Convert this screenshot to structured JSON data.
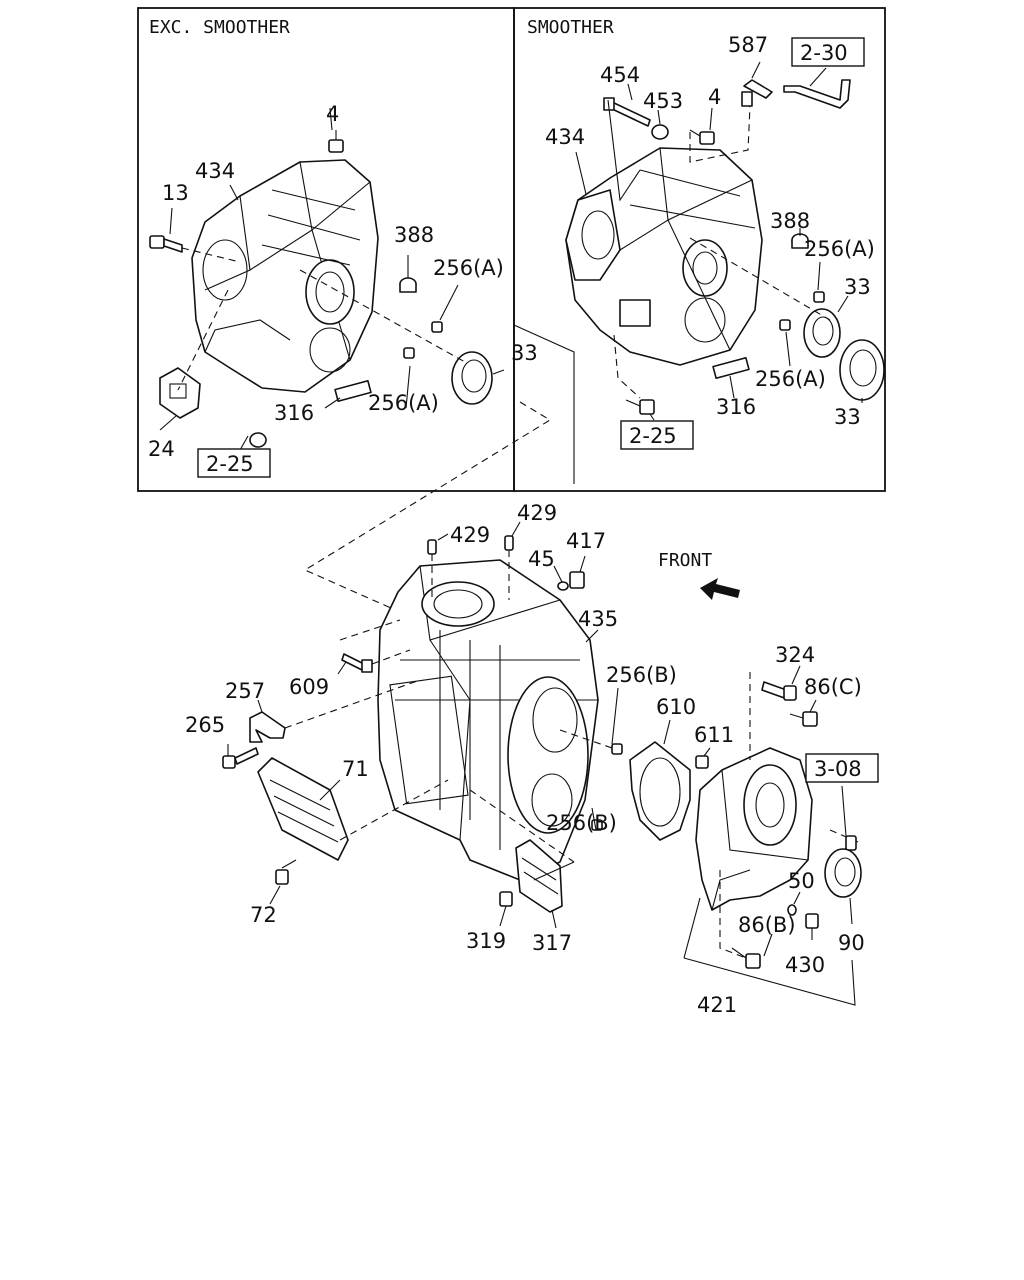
{
  "panels": {
    "left_title": "EXC. SMOOTHER",
    "right_title": "SMOOTHER"
  },
  "front_label": "FRONT",
  "refs": {
    "r225a": "2-25",
    "r225b": "2-25",
    "r230": "2-30",
    "r308": "3-08"
  },
  "labels": {
    "l4a": "4",
    "l434a": "434",
    "l13": "13",
    "l388a": "388",
    "l256a1": "256(A)",
    "l33a": "33",
    "l256a2": "256(A)",
    "l316a": "316",
    "l24": "24",
    "l587": "587",
    "l454": "454",
    "l453": "453",
    "l4b": "4",
    "l434b": "434",
    "l388b": "388",
    "l256a3": "256(A)",
    "l33b": "33",
    "l256a4": "256(A)",
    "l316b": "316",
    "l33c": "33",
    "l429a": "429",
    "l429b": "429",
    "l45": "45",
    "l417": "417",
    "l435": "435",
    "l609": "609",
    "l257": "257",
    "l265": "265",
    "l71": "71",
    "l72": "72",
    "l256b1": "256(B)",
    "l610": "610",
    "l611": "611",
    "l256b2": "256(B)",
    "l319": "319",
    "l317": "317",
    "l324": "324",
    "l86c": "86(C)",
    "l50": "50",
    "l86b": "86(B)",
    "l430": "430",
    "l90": "90",
    "l421": "421"
  }
}
